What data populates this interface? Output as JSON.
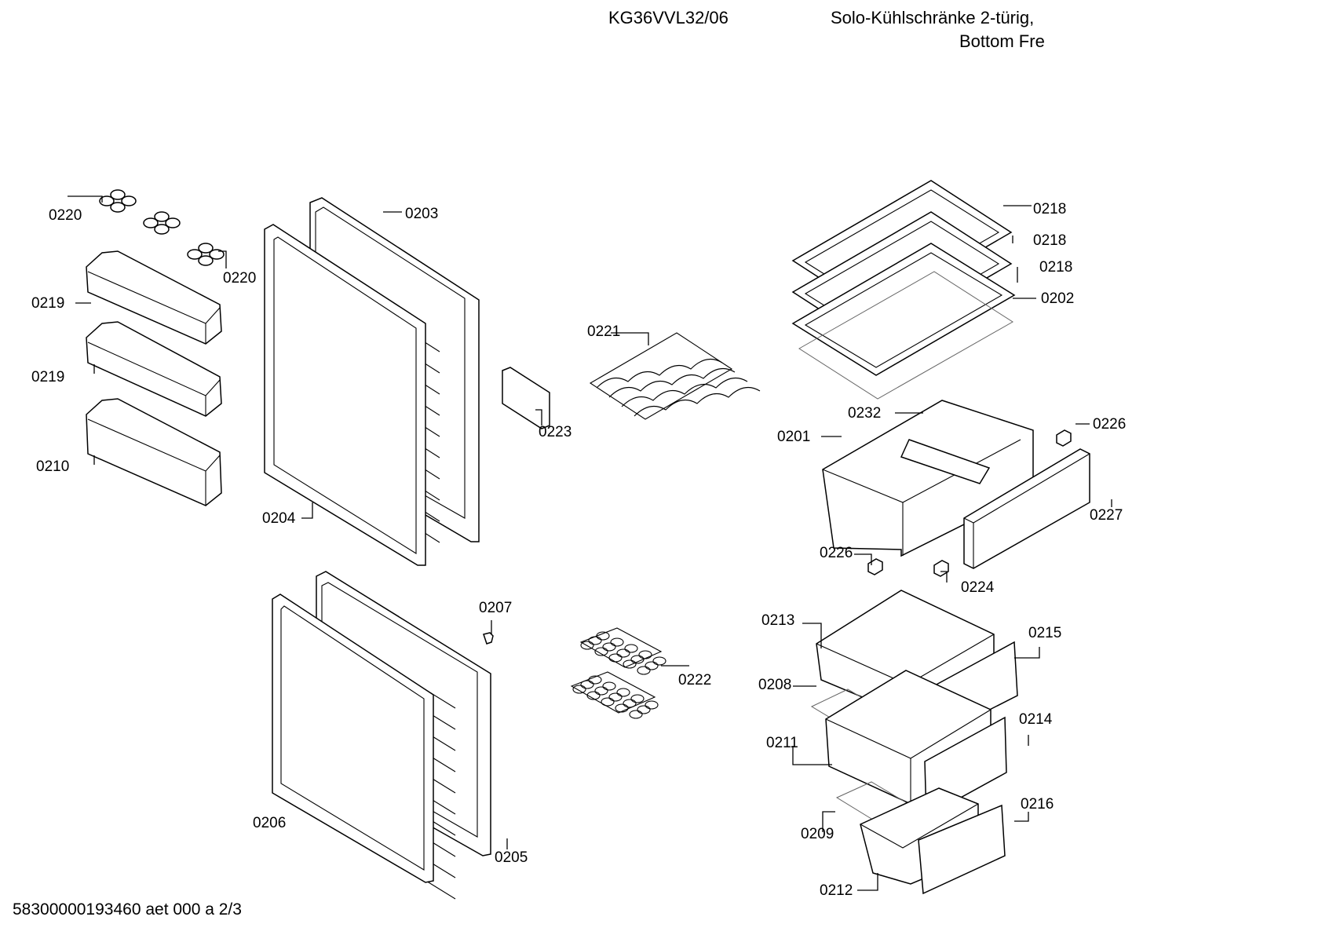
{
  "header": {
    "model": "KG36VVL32/06",
    "category_line1": "Solo-Kühlschränke 2-türig,",
    "category_line2": "Bottom Fre"
  },
  "footer": {
    "doc_id": "58300000193460 aet 000 a 2/3"
  },
  "parts": [
    {
      "id": "0220"
    },
    {
      "id": "0220"
    },
    {
      "id": "0219"
    },
    {
      "id": "0219"
    },
    {
      "id": "0210"
    },
    {
      "id": "0203"
    },
    {
      "id": "0204"
    },
    {
      "id": "0223"
    },
    {
      "id": "0221"
    },
    {
      "id": "0218"
    },
    {
      "id": "0218"
    },
    {
      "id": "0218"
    },
    {
      "id": "0202"
    },
    {
      "id": "0232"
    },
    {
      "id": "0201"
    },
    {
      "id": "0226"
    },
    {
      "id": "0227"
    },
    {
      "id": "0226"
    },
    {
      "id": "0224"
    },
    {
      "id": "0207"
    },
    {
      "id": "0222"
    },
    {
      "id": "0206"
    },
    {
      "id": "0205"
    },
    {
      "id": "0213"
    },
    {
      "id": "0215"
    },
    {
      "id": "0208"
    },
    {
      "id": "0214"
    },
    {
      "id": "0211"
    },
    {
      "id": "0209"
    },
    {
      "id": "0216"
    },
    {
      "id": "0212"
    }
  ]
}
